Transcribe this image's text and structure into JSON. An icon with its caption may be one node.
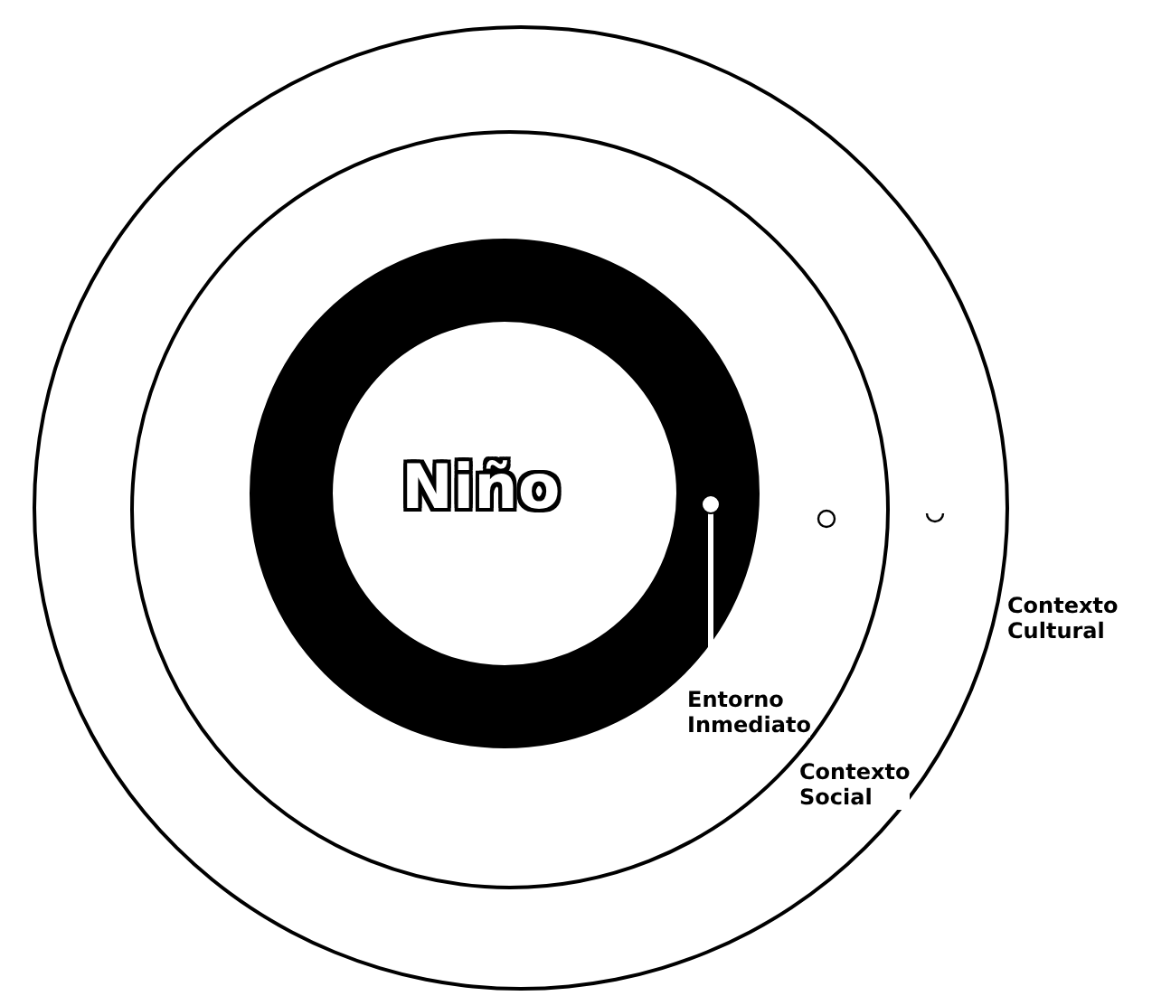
{
  "diagram": {
    "nodes": [
      {
        "text": [
          "Contexto Cultural"
        ]
      },
      {
        "text": [
          "Contexto Social"
        ],
        "in": 0
      },
      {
        "text": [
          "Entorno Inmediato"
        ],
        "in": 1
      },
      {
        "text": [
          "Niño"
        ],
        "in": 2
      }
    ]
  }
}
